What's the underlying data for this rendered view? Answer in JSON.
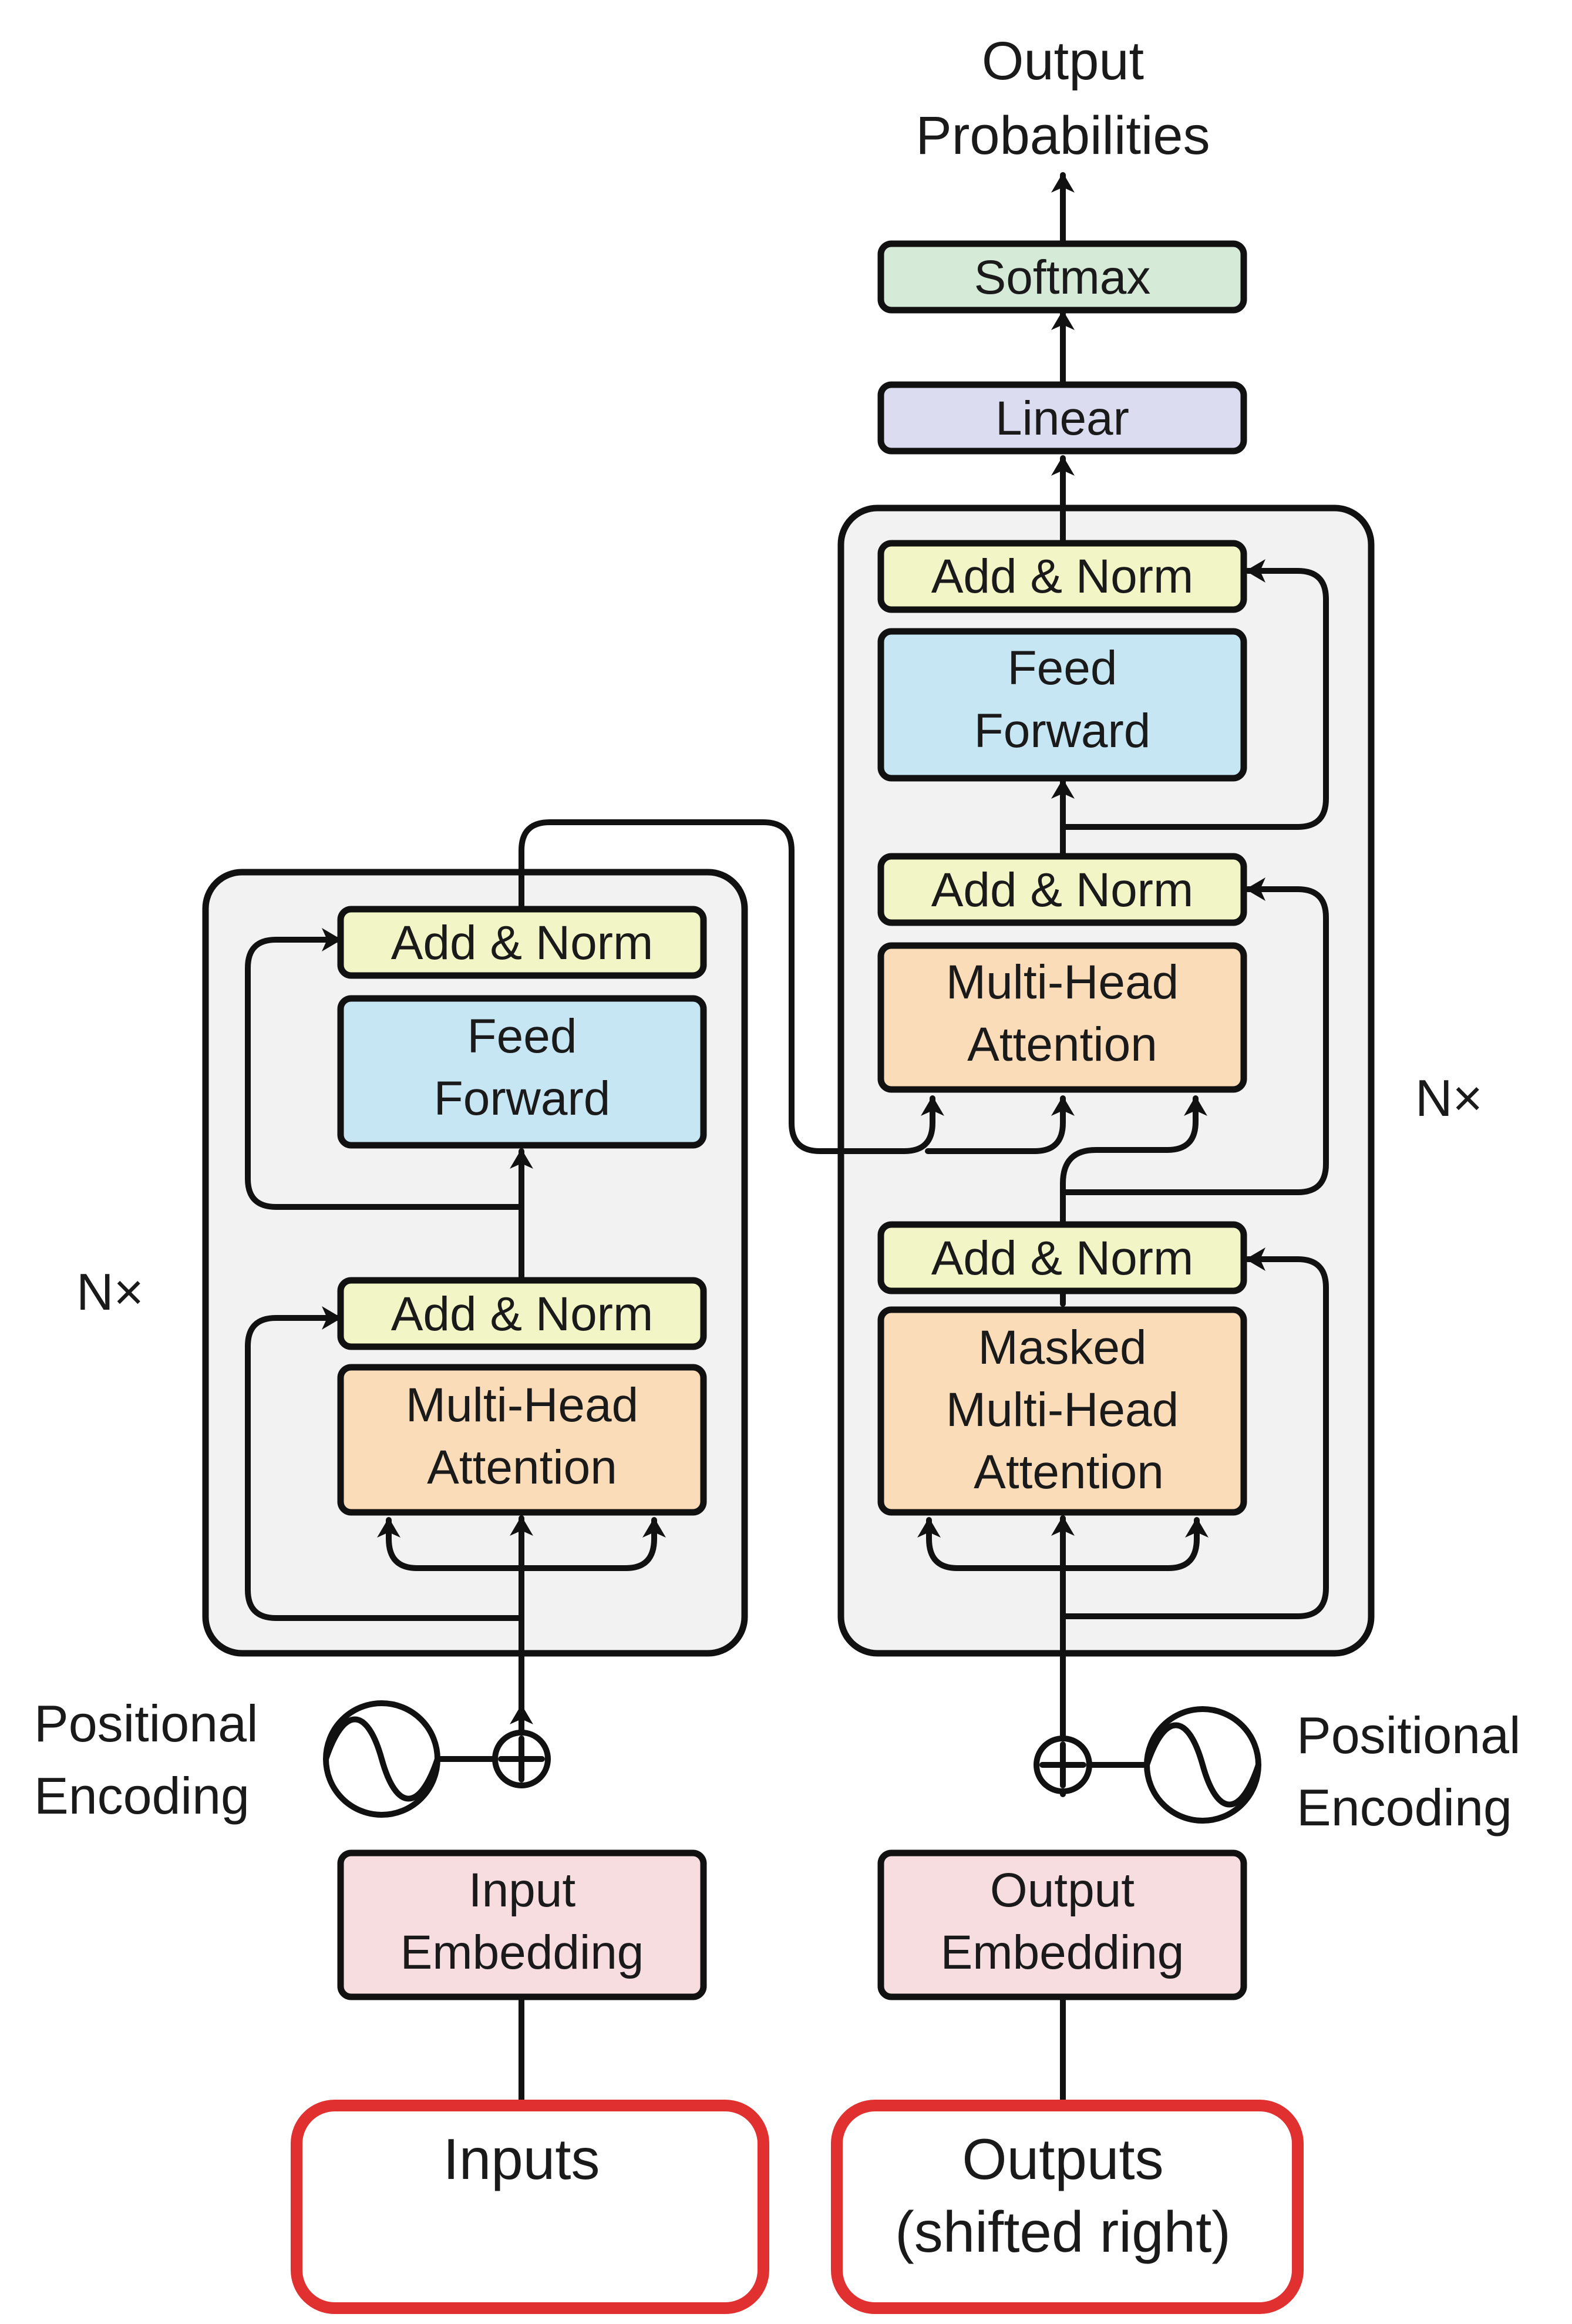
{
  "output_label": {
    "line1": "Output",
    "line2": "Probabilities"
  },
  "softmax": {
    "label": "Softmax",
    "color": "#d5ead7"
  },
  "linear": {
    "label": "Linear",
    "color": "#dcdcf0"
  },
  "encoder": {
    "nx": "N×",
    "add_norm_top": "Add & Norm",
    "feed_forward": {
      "line1": "Feed",
      "line2": "Forward"
    },
    "add_norm_bottom": "Add & Norm",
    "attention": {
      "line1": "Multi-Head",
      "line2": "Attention"
    },
    "positional_encoding": {
      "line1": "Positional",
      "line2": "Encoding"
    },
    "embedding": {
      "line1": "Input",
      "line2": "Embedding"
    },
    "input": "Inputs"
  },
  "decoder": {
    "nx": "N×",
    "add_norm_top": "Add & Norm",
    "feed_forward": {
      "line1": "Feed",
      "line2": "Forward"
    },
    "add_norm_middle": "Add & Norm",
    "cross_attention": {
      "line1": "Multi-Head",
      "line2": "Attention"
    },
    "add_norm_bottom": "Add & Norm",
    "masked_attention": {
      "line1": "Masked",
      "line2": "Multi-Head",
      "line3": "Attention"
    },
    "positional_encoding": {
      "line1": "Positional",
      "line2": "Encoding"
    },
    "embedding": {
      "line1": "Output",
      "line2": "Embedding"
    },
    "input": {
      "line1": "Outputs",
      "line2": "(shifted right)"
    }
  },
  "colors": {
    "add_norm": "#f2f6c6",
    "feed_forward": "#c6e6f4",
    "attention": "#fbdcb8",
    "embedding": "#f8dde0",
    "stack_background": "#f2f2f2",
    "input_highlight": "#e03030"
  }
}
